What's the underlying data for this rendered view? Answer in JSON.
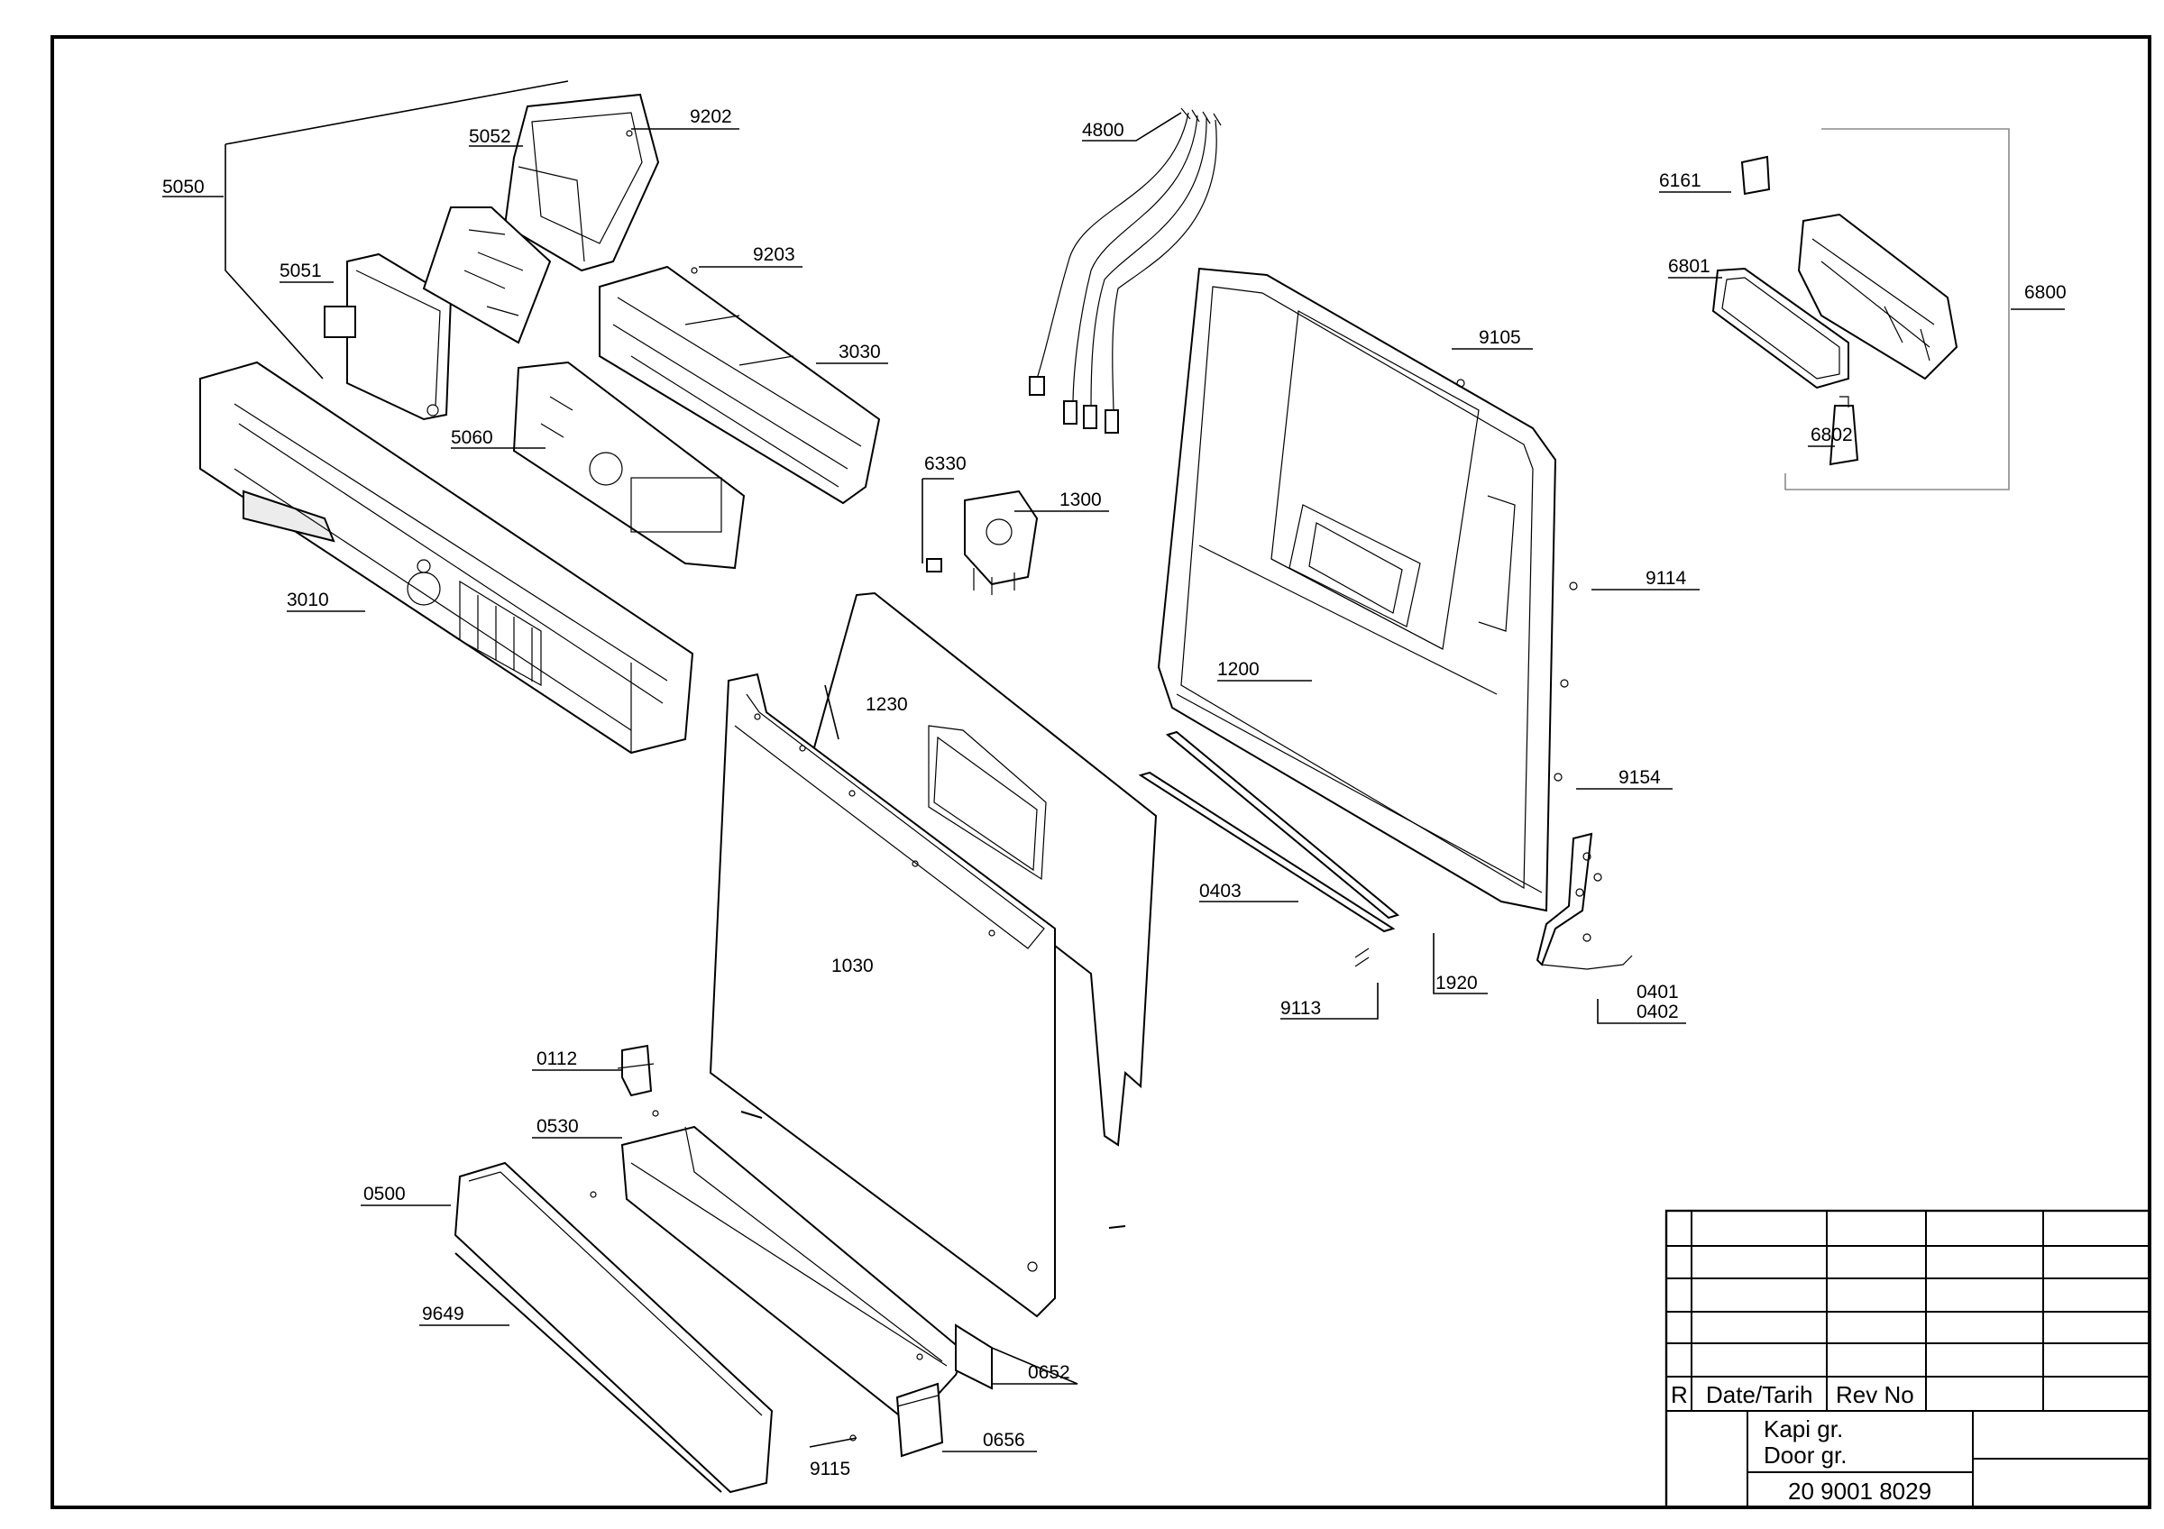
{
  "callouts": [
    {
      "id": "9202",
      "text": "9202"
    },
    {
      "id": "5052",
      "text": "5052"
    },
    {
      "id": "5050",
      "text": "5050"
    },
    {
      "id": "9203",
      "text": "9203"
    },
    {
      "id": "5051",
      "text": "5051"
    },
    {
      "id": "3030",
      "text": "3030"
    },
    {
      "id": "5060",
      "text": "5060"
    },
    {
      "id": "3010",
      "text": "3010"
    },
    {
      "id": "4800",
      "text": "4800"
    },
    {
      "id": "6330",
      "text": "6330"
    },
    {
      "id": "1300",
      "text": "1300"
    },
    {
      "id": "1230",
      "text": "1230"
    },
    {
      "id": "9105",
      "text": "9105"
    },
    {
      "id": "9114",
      "text": "9114"
    },
    {
      "id": "1200",
      "text": "1200"
    },
    {
      "id": "9154",
      "text": "9154"
    },
    {
      "id": "0403",
      "text": "0403"
    },
    {
      "id": "1920",
      "text": "1920"
    },
    {
      "id": "9113",
      "text": "9113"
    },
    {
      "id": "0401",
      "text": "0401"
    },
    {
      "id": "0402",
      "text": "0402"
    },
    {
      "id": "1030",
      "text": "1030"
    },
    {
      "id": "6161",
      "text": "6161"
    },
    {
      "id": "6801",
      "text": "6801"
    },
    {
      "id": "6800",
      "text": "6800"
    },
    {
      "id": "6802",
      "text": "6802"
    },
    {
      "id": "0112",
      "text": "0112"
    },
    {
      "id": "0530",
      "text": "0530"
    },
    {
      "id": "0500",
      "text": "0500"
    },
    {
      "id": "9649",
      "text": "9649"
    },
    {
      "id": "0652",
      "text": "0652"
    },
    {
      "id": "0656",
      "text": "0656"
    },
    {
      "id": "9115",
      "text": "9115"
    }
  ],
  "title_block": {
    "rev_col": "R",
    "date_col": "Date/Tarih",
    "revno_col": "Rev No",
    "title_tr": "Kapi gr.",
    "title_en": "Door gr.",
    "drawing_number": "20 9001 8029"
  }
}
